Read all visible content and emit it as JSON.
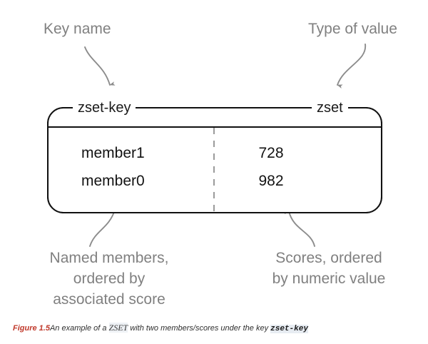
{
  "figure": {
    "callouts": {
      "key_name": "Key name",
      "type_of_value": "Type of value",
      "members_note_line1": "Named members,",
      "members_note_line2": "ordered by",
      "members_note_line3": "associated score",
      "scores_note_line1": "Scores, ordered",
      "scores_note_line2": "by numeric value"
    },
    "box": {
      "key_label": "zset-key",
      "type_label": "zset",
      "rows": [
        {
          "member": "member1",
          "score": "728"
        },
        {
          "member": "member0",
          "score": "982"
        }
      ]
    },
    "caption": {
      "figure_number": "Figure 1.5",
      "text_before": "An example of a ",
      "emphasis": "ZSET",
      "text_middle": " with two members/scores under the key ",
      "code": "zset-key"
    },
    "colors": {
      "callout_gray": "#808080",
      "box_stroke": "#111111",
      "dashed_divider": "#9a9a9a",
      "arrow_gray": "#8c8c8c",
      "figure_number_red": "#c0392b",
      "code_highlight": "#e7ecf2"
    }
  }
}
